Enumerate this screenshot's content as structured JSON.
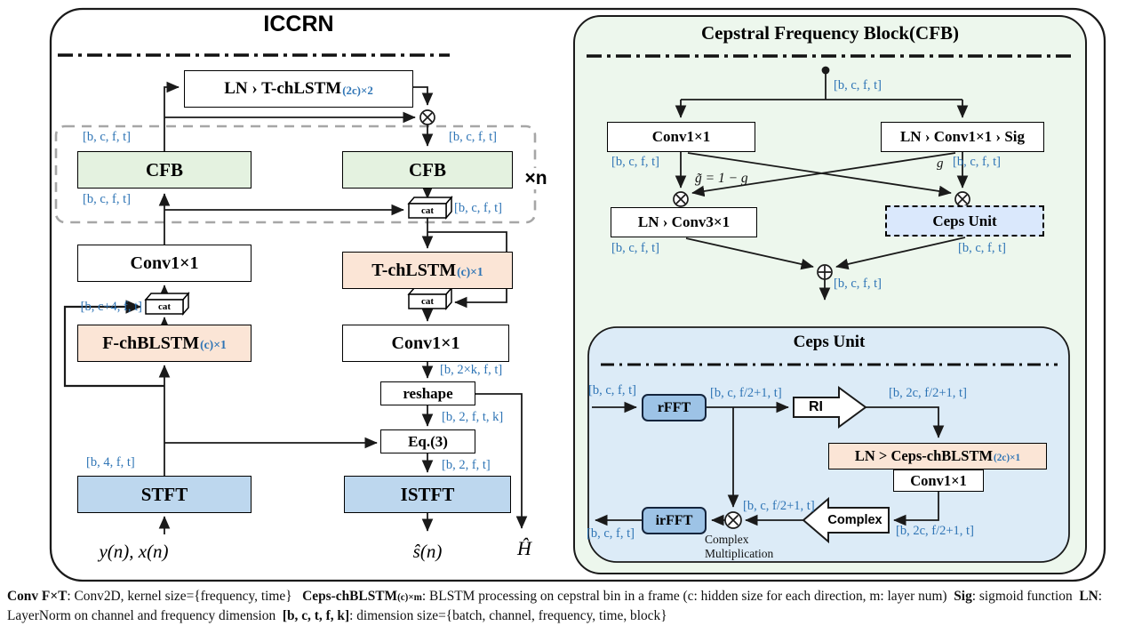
{
  "left": {
    "title": "ICCRN",
    "repeat": "×n",
    "cat": "cat",
    "boxes": {
      "ln_t": "LN › T-chLSTM",
      "ln_t_sub": "(2c)×2",
      "cfb1": "CFB",
      "cfb2": "CFB",
      "conv1": "Conv1×1",
      "tch": "T-chLSTM",
      "tch_sub": "(c)×1",
      "fch": "F-chBLSTM",
      "fch_sub": "(c)×1",
      "conv2": "Conv1×1",
      "reshape": "reshape",
      "eq3": "Eq.(3)",
      "stft": "STFT",
      "istft": "ISTFT"
    },
    "labels": {
      "t1": "[b, c, f, t]",
      "t2": "[b, c, f, t]",
      "t3": "[b, c, f, t]",
      "t4": "[b, c, f, t]",
      "t5": "[b, 2×k, f, t]",
      "t6": "[b, 2, f, t, k]",
      "t7": "[b, 2, f, t]",
      "t8": "[b, c+4, f, t]",
      "t9": "[b, 4, f, t]"
    },
    "io": {
      "input": "y(n), x(n)",
      "out_s": "ŝ(n)",
      "out_h": "Ĥ"
    }
  },
  "cfb": {
    "title": "Cepstral Frequency Block(CFB)",
    "boxes": {
      "conv": "Conv1×1",
      "lnconvsig": "LN › Conv1×1 › Sig",
      "lnconv3": "LN › Conv3×1",
      "ceps": "Ceps Unit"
    },
    "labels": {
      "in": "[b, c, f, t]",
      "l1": "[b, c, f, t]",
      "l2": "[b, c, f, t]",
      "l3": "[b, c, f, t]",
      "l4": "[b, c, f, t]",
      "out": "[b, c, f, t]",
      "g": "g",
      "gate": "g̃ = 1 − g"
    }
  },
  "ceps": {
    "title": "Ceps Unit",
    "boxes": {
      "rfft": "rFFT",
      "ri": "RI",
      "blstm": "LN > Ceps-chBLSTM",
      "blstm_sub": "(2c)×1",
      "conv": "Conv1×1",
      "complex": "Complex",
      "irfft": "irFFT"
    },
    "labels": {
      "in": "[b, c, f, t]",
      "half": "[b, c, f/2+1, t]",
      "two_c": "[b, 2c, f/2+1, t]",
      "two_c2": "[b, 2c, f/2+1, t]",
      "half2": "[b, c, f/2+1, t]",
      "out": "[b, c, f, t]",
      "mult1": "Complex",
      "mult2": "Multiplication"
    }
  },
  "caption_segments": [
    {
      "t": "Conv F×T",
      "b": true
    },
    {
      "t": ": Conv2D, kernel size={frequency, time}   "
    },
    {
      "t": "Ceps-chBLSTM",
      "b": true
    },
    {
      "t": "(c)×m",
      "b": true,
      "small": true
    },
    {
      "t": ": BLSTM processing on cepstral bin in a frame (c: hidden size for each direction, m: layer num)  "
    },
    {
      "t": "Sig",
      "b": true
    },
    {
      "t": ": sigmoid function  "
    },
    {
      "t": "LN",
      "b": true
    },
    {
      "t": ": LayerNorm on channel and frequency dimension  "
    },
    {
      "t": "[b, c, t, f, k]",
      "b": true
    },
    {
      "t": ": dimension size={batch, channel, frequency, time, block}"
    }
  ],
  "colors": {
    "accent_blue": "#2e74b5",
    "box_green": "#e4f2e0",
    "box_peach": "#fbe5d6",
    "box_blue": "#bdd7ee",
    "box_blue_dark": "#9dc3e6",
    "panel_green": "#edf7ed",
    "panel_blue": "#dcebf7",
    "ceps_box_blue": "#dae8fc"
  }
}
